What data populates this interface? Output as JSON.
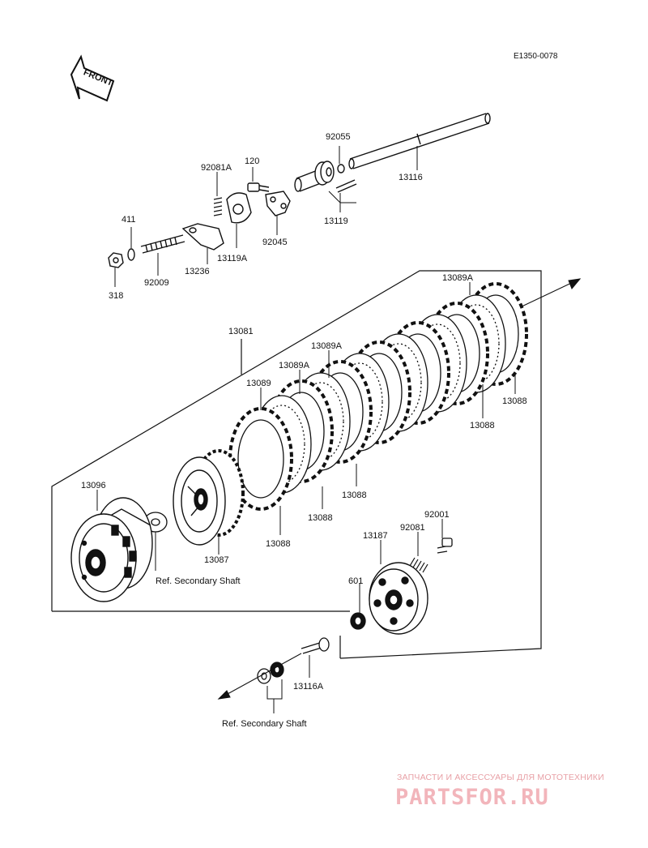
{
  "diagram_code": "E1350-0078",
  "front_label": "FRONT",
  "parts": {
    "p92055": "92055",
    "p13116": "13116",
    "p13119": "13119",
    "p92081A": "92081A",
    "p120": "120",
    "p411": "411",
    "p92045": "92045",
    "p13119A": "13119A",
    "p13236": "13236",
    "p92009": "92009",
    "p318": "318",
    "p13081": "13081",
    "p13089A_top": "13089A",
    "p13089A_mid": "13089A",
    "p13089A_low": "13089A",
    "p13089": "13089",
    "p13088_a": "13088",
    "p13088_b": "13088",
    "p13088_c": "13088",
    "p13088_d": "13088",
    "p13088_e": "13088",
    "p13096": "13096",
    "p13087": "13087",
    "p13187": "13187",
    "p92081": "92081",
    "p92001": "92001",
    "p601": "601",
    "p13116A": "13116A"
  },
  "refs": {
    "secondary_shaft_1": "Ref. Secondary Shaft",
    "secondary_shaft_2": "Ref. Secondary Shaft"
  },
  "watermark": {
    "tagline": "ЗАПЧАСТИ И АКСЕССУАРЫ ДЛЯ МОТОТЕХНИКИ",
    "logo": "PARTSFOR.RU"
  }
}
